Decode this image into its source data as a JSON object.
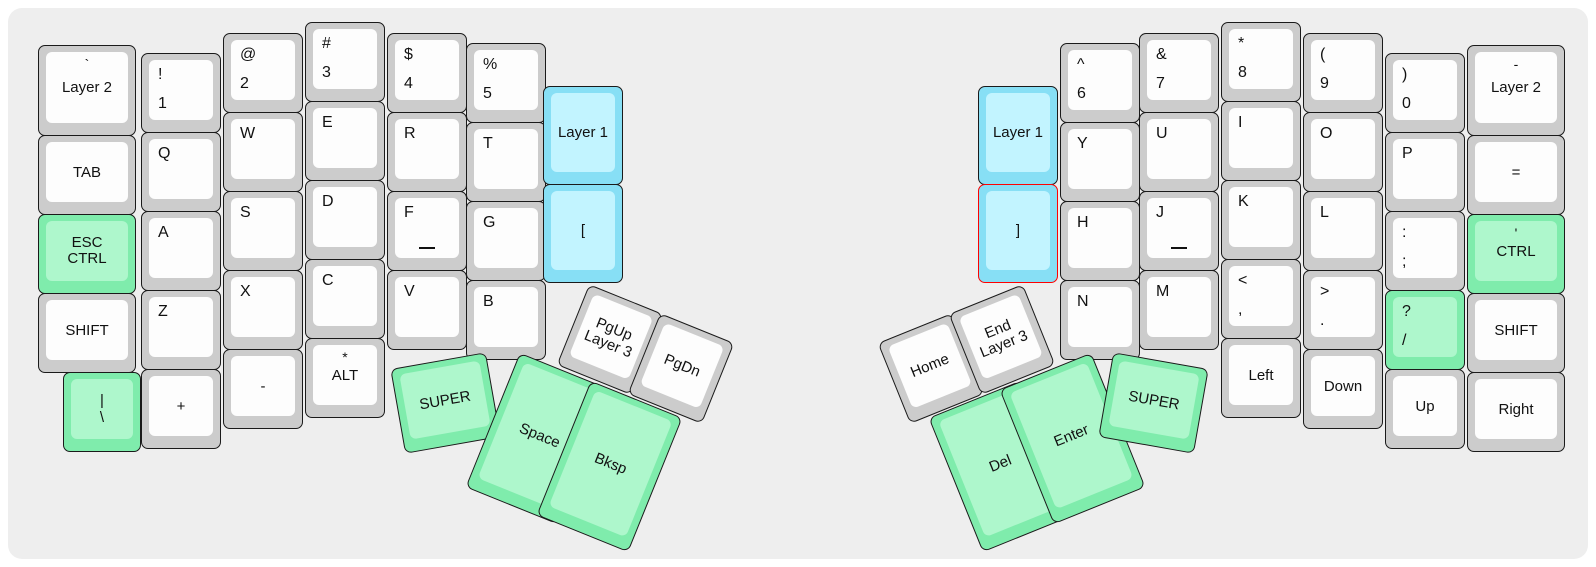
{
  "diagram": {
    "type": "keyboard-layout",
    "title": "Split ergonomic keyboard layout",
    "background_color": "#eeeeee",
    "page_background": "#ffffff"
  },
  "colors": {
    "key_shell_default": "#cccccc",
    "key_cap_default": "#fdfdfd",
    "key_shell_green": "#7fecac",
    "key_cap_green": "#aef7cc",
    "key_shell_blue": "#87dff5",
    "key_cap_blue": "#c2f4ff",
    "outline": "#1a1a1a",
    "selected_outline": "#ff0000"
  },
  "left_half": {
    "columns": [
      {
        "name": "pinky-outer",
        "keys": [
          {
            "id": "l-c0-r0",
            "top": "`",
            "center": "Layer 2"
          },
          {
            "id": "l-c0-r1",
            "center": "TAB"
          },
          {
            "id": "l-c0-r2",
            "center": "ESC\nCTRL",
            "color": "green"
          },
          {
            "id": "l-c0-r3",
            "center": "SHIFT"
          },
          {
            "id": "l-c0-r4",
            "shift": "|",
            "base": "\\",
            "color": "green",
            "align": "center"
          }
        ]
      },
      {
        "name": "pinky",
        "keys": [
          {
            "id": "l-c1-r0",
            "shift": "!",
            "base": "1"
          },
          {
            "id": "l-c1-r1",
            "shift": "Q"
          },
          {
            "id": "l-c1-r2",
            "shift": "A"
          },
          {
            "id": "l-c1-r3",
            "shift": "Z"
          },
          {
            "id": "l-c1-r4",
            "center": "+"
          }
        ]
      },
      {
        "name": "ring",
        "keys": [
          {
            "id": "l-c2-r0",
            "shift": "@",
            "base": "2"
          },
          {
            "id": "l-c2-r1",
            "shift": "W"
          },
          {
            "id": "l-c2-r2",
            "shift": "S"
          },
          {
            "id": "l-c2-r3",
            "shift": "X"
          },
          {
            "id": "l-c2-r4",
            "center": "-"
          }
        ]
      },
      {
        "name": "middle",
        "keys": [
          {
            "id": "l-c3-r0",
            "shift": "#",
            "base": "3"
          },
          {
            "id": "l-c3-r1",
            "shift": "E"
          },
          {
            "id": "l-c3-r2",
            "shift": "D"
          },
          {
            "id": "l-c3-r3",
            "shift": "C"
          },
          {
            "id": "l-c3-r4",
            "top": "*",
            "center": "ALT"
          }
        ]
      },
      {
        "name": "index",
        "keys": [
          {
            "id": "l-c4-r0",
            "shift": "$",
            "base": "4"
          },
          {
            "id": "l-c4-r1",
            "shift": "R"
          },
          {
            "id": "l-c4-r2",
            "shift": "F",
            "homing": true
          },
          {
            "id": "l-c4-r3",
            "shift": "V"
          }
        ]
      },
      {
        "name": "index-inner",
        "keys": [
          {
            "id": "l-c5-r0",
            "shift": "%",
            "base": "5"
          },
          {
            "id": "l-c5-r1",
            "shift": "T"
          },
          {
            "id": "l-c5-r2",
            "shift": "G"
          },
          {
            "id": "l-c5-r3",
            "shift": "B"
          }
        ]
      },
      {
        "name": "layer-column",
        "keys": [
          {
            "id": "l-c6-r0",
            "center": "Layer 1",
            "color": "blue"
          },
          {
            "id": "l-c6-r1",
            "center": "[",
            "color": "blue"
          }
        ]
      }
    ],
    "thumb_cluster": [
      {
        "id": "l-t-super",
        "center": "SUPER",
        "color": "green"
      },
      {
        "id": "l-t-pgup",
        "center": "PgUp\nLayer 3"
      },
      {
        "id": "l-t-pgdn",
        "center": "PgDn"
      },
      {
        "id": "l-t-space",
        "center": "Space",
        "color": "green"
      },
      {
        "id": "l-t-bksp",
        "center": "Bksp",
        "color": "green"
      }
    ]
  },
  "right_half": {
    "columns": [
      {
        "name": "layer-column",
        "keys": [
          {
            "id": "r-c0-r0",
            "center": "Layer 1",
            "color": "blue"
          },
          {
            "id": "r-c0-r1",
            "center": "]",
            "color": "blue",
            "selected": true
          }
        ]
      },
      {
        "name": "index-inner",
        "keys": [
          {
            "id": "r-c1-r0",
            "shift": "^",
            "base": "6"
          },
          {
            "id": "r-c1-r1",
            "shift": "Y"
          },
          {
            "id": "r-c1-r2",
            "shift": "H"
          },
          {
            "id": "r-c1-r3",
            "shift": "N"
          }
        ]
      },
      {
        "name": "index",
        "keys": [
          {
            "id": "r-c2-r0",
            "shift": "&",
            "base": "7"
          },
          {
            "id": "r-c2-r1",
            "shift": "U"
          },
          {
            "id": "r-c2-r2",
            "shift": "J",
            "homing": true
          },
          {
            "id": "r-c2-r3",
            "shift": "M"
          }
        ]
      },
      {
        "name": "middle",
        "keys": [
          {
            "id": "r-c3-r0",
            "shift": "*",
            "base": "8"
          },
          {
            "id": "r-c3-r1",
            "shift": "I"
          },
          {
            "id": "r-c3-r2",
            "shift": "K"
          },
          {
            "id": "r-c3-r3",
            "shift": "<",
            "base": ","
          },
          {
            "id": "r-c3-r4",
            "center": "Left"
          }
        ]
      },
      {
        "name": "ring",
        "keys": [
          {
            "id": "r-c4-r0",
            "shift": "(",
            "base": "9"
          },
          {
            "id": "r-c4-r1",
            "shift": "O"
          },
          {
            "id": "r-c4-r2",
            "shift": "L"
          },
          {
            "id": "r-c4-r3",
            "shift": ">",
            "base": "."
          },
          {
            "id": "r-c4-r4",
            "center": "Down"
          }
        ]
      },
      {
        "name": "pinky",
        "keys": [
          {
            "id": "r-c5-r0",
            "shift": ")",
            "base": "0"
          },
          {
            "id": "r-c5-r1",
            "shift": "P"
          },
          {
            "id": "r-c5-r2",
            "shift": ":",
            "base": ";"
          },
          {
            "id": "r-c5-r3",
            "shift": "?",
            "base": "/",
            "color": "green"
          },
          {
            "id": "r-c5-r4",
            "center": "Up"
          }
        ]
      },
      {
        "name": "pinky-outer",
        "keys": [
          {
            "id": "r-c6-r0",
            "top": "-",
            "center": "Layer 2"
          },
          {
            "id": "r-c6-r1",
            "center": "="
          },
          {
            "id": "r-c6-r2",
            "top": "'",
            "center": "CTRL",
            "color": "green"
          },
          {
            "id": "r-c6-r3",
            "center": "SHIFT"
          },
          {
            "id": "r-c6-r4",
            "center": "Right"
          }
        ]
      }
    ],
    "thumb_cluster": [
      {
        "id": "r-t-home",
        "center": "Home"
      },
      {
        "id": "r-t-end",
        "center": "End\nLayer 3"
      },
      {
        "id": "r-t-del",
        "center": "Del",
        "color": "green"
      },
      {
        "id": "r-t-enter",
        "center": "Enter",
        "color": "green"
      },
      {
        "id": "r-t-super",
        "center": "SUPER",
        "color": "green"
      }
    ]
  }
}
